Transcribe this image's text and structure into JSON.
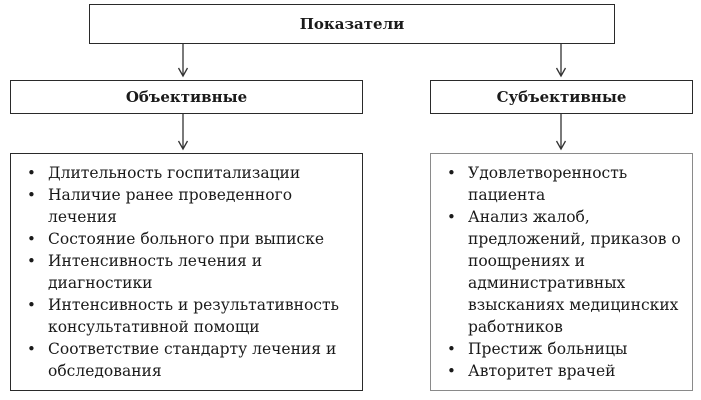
{
  "root": {
    "label": "Показатели"
  },
  "objective": {
    "label": "Объективные",
    "items": [
      "Длительность госпитализации",
      "Наличие ранее проведенного лечения",
      "Состояние больного при выписке",
      "Интенсивность лечения и диагностики",
      "Интенсивность и результативность консультативной помощи",
      "Соответствие стандарту лечения и обследования"
    ]
  },
  "subjective": {
    "label": "Субъективные",
    "items": [
      "Удовлетворенность пациента",
      "Анализ жалоб, предложений, приказов о поощрениях и административных взысканиях медицинских работников",
      "Престиж больницы",
      "Авторитет врачей"
    ]
  }
}
